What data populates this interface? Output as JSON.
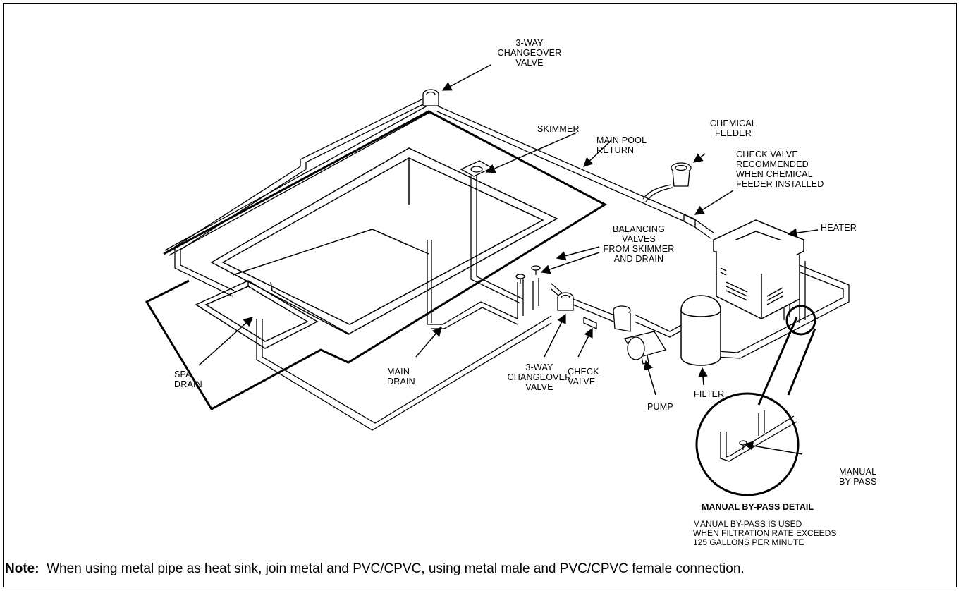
{
  "labels": {
    "changeover_top": "3-WAY\nCHANGEOVER\nVALVE",
    "skimmer": "SKIMMER",
    "main_pool_return": "MAIN POOL\nRETURN",
    "chemical_feeder": "CHEMICAL\nFEEDER",
    "check_valve_recommended": "CHECK VALVE\nRECOMMENDED\nWHEN CHEMICAL\nFEEDER INSTALLED",
    "heater": "HEATER",
    "balancing_valves": "BALANCING\nVALVES\nFROM SKIMMER\nAND DRAIN",
    "spa_drain": "SPA\nDRAIN",
    "main_drain": "MAIN\nDRAIN",
    "changeover_bottom": "3-WAY\nCHANGEOVER\nVALVE",
    "check_valve": "CHECK\nVALVE",
    "pump": "PUMP",
    "filter": "FILTER",
    "manual_bypass": "MANUAL\nBY-PASS"
  },
  "detail": {
    "title": "MANUAL BY-PASS DETAIL",
    "note": "MANUAL BY-PASS IS USED\nWHEN FILTRATION RATE EXCEEDS\n125 GALLONS PER MINUTE"
  },
  "footnote": {
    "prefix": "Note:",
    "text": "When using metal pipe as heat sink, join metal and PVC/CPVC, using metal male and PVC/CPVC female connection."
  }
}
